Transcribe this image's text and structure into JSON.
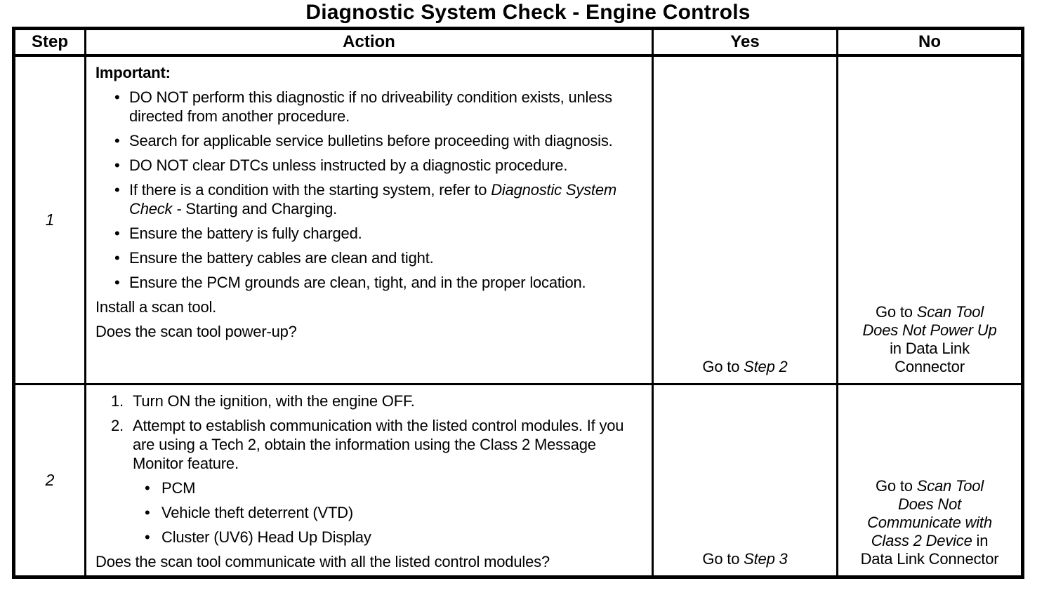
{
  "title": "Diagnostic System Check - Engine Controls",
  "colors": {
    "background": "#ffffff",
    "ink": "#000000",
    "border": "#000000"
  },
  "glyphs": {
    "bullet": "•"
  },
  "table": {
    "headers": {
      "step": "Step",
      "action": "Action",
      "yes": "Yes",
      "no": "No"
    },
    "rows": [
      {
        "step": "1",
        "action": [
          {
            "type": "para",
            "segments": [
              {
                "text": "Important:",
                "bold": true
              }
            ]
          },
          {
            "type": "bullet",
            "segments": [
              {
                "text": "DO NOT perform this diagnostic if no driveability condition exists, unless directed from another procedure."
              }
            ]
          },
          {
            "type": "bullet",
            "segments": [
              {
                "text": "Search for applicable service bulletins before proceeding with diagnosis."
              }
            ]
          },
          {
            "type": "bullet",
            "segments": [
              {
                "text": "DO NOT clear DTCs unless instructed by a diagnostic procedure."
              }
            ]
          },
          {
            "type": "bullet",
            "segments": [
              {
                "text": "If there is a condition with the starting system, refer to "
              },
              {
                "text": "Diagnostic System Check - ",
                "italic": true
              },
              {
                "text": "Starting and Charging."
              }
            ]
          },
          {
            "type": "bullet",
            "segments": [
              {
                "text": "Ensure the battery is fully charged."
              }
            ]
          },
          {
            "type": "bullet",
            "segments": [
              {
                "text": "Ensure the battery cables are clean and tight."
              }
            ]
          },
          {
            "type": "bullet",
            "segments": [
              {
                "text": "Ensure the PCM grounds are clean, tight, and in the proper location."
              }
            ]
          },
          {
            "type": "para",
            "segments": [
              {
                "text": "Install a scan tool."
              }
            ]
          },
          {
            "type": "para",
            "segments": [
              {
                "text": "Does the scan tool power-up?"
              }
            ]
          }
        ],
        "yes": [
          {
            "text": "Go to "
          },
          {
            "text": "Step 2",
            "italic": true
          }
        ],
        "no": [
          {
            "text": "Go to "
          },
          {
            "text": "Scan Tool Does Not Power Up",
            "italic": true
          },
          {
            "text": " in Data Link Connector"
          }
        ]
      },
      {
        "step": "2",
        "action": [
          {
            "type": "numbered",
            "marker": "1.",
            "segments": [
              {
                "text": "Turn ON the ignition, with the engine OFF."
              }
            ]
          },
          {
            "type": "numbered",
            "marker": "2.",
            "segments": [
              {
                "text": "Attempt to establish communication with the listed control modules. If you are using a Tech 2, obtain the information using the Class 2 Message Monitor feature."
              }
            ]
          },
          {
            "type": "subbullet",
            "segments": [
              {
                "text": "PCM"
              }
            ]
          },
          {
            "type": "subbullet",
            "segments": [
              {
                "text": "Vehicle theft deterrent (VTD)"
              }
            ]
          },
          {
            "type": "subbullet",
            "segments": [
              {
                "text": "Cluster (UV6) Head Up Display"
              }
            ]
          },
          {
            "type": "para",
            "segments": [
              {
                "text": "Does the scan tool communicate with all the listed control modules?"
              }
            ]
          }
        ],
        "yes": [
          {
            "text": "Go to "
          },
          {
            "text": "Step 3",
            "italic": true
          }
        ],
        "no": [
          {
            "text": "Go to "
          },
          {
            "text": "Scan Tool Does Not Communicate with Class 2 Device",
            "italic": true
          },
          {
            "text": " in Data Link Connector"
          }
        ]
      }
    ]
  }
}
